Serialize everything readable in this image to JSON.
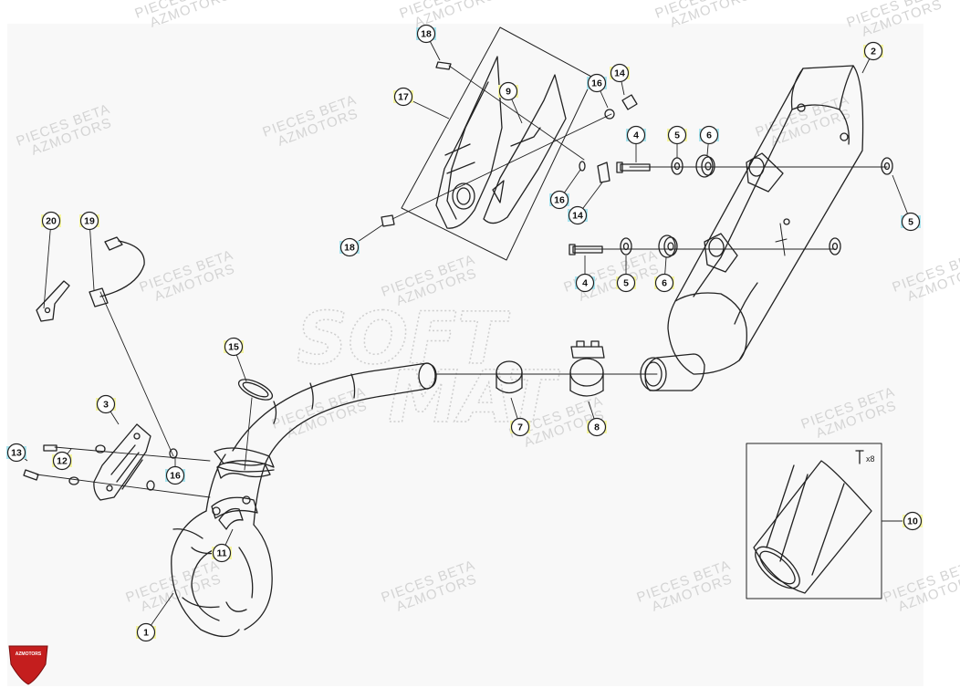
{
  "colors": {
    "background": "#ffffff",
    "panel": "#f8f8f8",
    "line": "#222222",
    "callout_yellow": "#f5f5a0",
    "callout_cyan": "#a8e4ef",
    "watermark": "#d4d4d4",
    "logo_red": "#c41e1e"
  },
  "watermark": {
    "line1": "PIECES BETA",
    "line2": "AZMOTORS",
    "big_top": "SOFT",
    "big_bottom": "MAT"
  },
  "logo": {
    "text": "AZMOTORS"
  },
  "kit_note": "x8",
  "callouts": [
    {
      "number": "1",
      "style": "yellow"
    },
    {
      "number": "2",
      "style": "yellow"
    },
    {
      "number": "3",
      "style": "yellow"
    },
    {
      "number": "4",
      "style": "cyan"
    },
    {
      "number": "4",
      "style": "cyan"
    },
    {
      "number": "5",
      "style": "yellow"
    },
    {
      "number": "5",
      "style": "yellow"
    },
    {
      "number": "5",
      "style": "cyan"
    },
    {
      "number": "6",
      "style": "cyan"
    },
    {
      "number": "6",
      "style": "yellow"
    },
    {
      "number": "7",
      "style": "yellow"
    },
    {
      "number": "8",
      "style": "yellow"
    },
    {
      "number": "9",
      "style": "yellow"
    },
    {
      "number": "10",
      "style": "yellow"
    },
    {
      "number": "11",
      "style": "yellow"
    },
    {
      "number": "12",
      "style": "yellow"
    },
    {
      "number": "13",
      "style": "cyan"
    },
    {
      "number": "14",
      "style": "yellow"
    },
    {
      "number": "14",
      "style": "cyan"
    },
    {
      "number": "15",
      "style": "yellow"
    },
    {
      "number": "16",
      "style": "cyan"
    },
    {
      "number": "16",
      "style": "cyan"
    },
    {
      "number": "16",
      "style": "cyan"
    },
    {
      "number": "17",
      "style": "yellow"
    },
    {
      "number": "18",
      "style": "cyan"
    },
    {
      "number": "18",
      "style": "cyan"
    },
    {
      "number": "19",
      "style": "yellow"
    },
    {
      "number": "20",
      "style": "yellow"
    }
  ]
}
